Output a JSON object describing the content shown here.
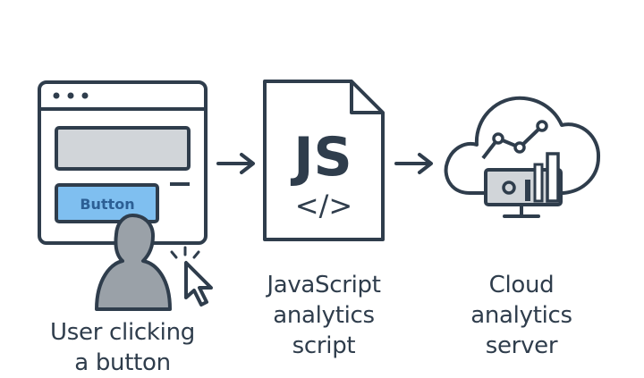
{
  "browser": {
    "button_label": "Button"
  },
  "script_file": {
    "badge": "JS",
    "code_glyph": "</>"
  },
  "labels": {
    "user": [
      "User clicking",
      "a button"
    ],
    "script": [
      "JavaScript",
      "analytics",
      "script"
    ],
    "cloud": [
      "Cloud",
      "analytics",
      "server"
    ]
  },
  "colors": {
    "stroke": "#2f3d4c",
    "panel_fill": "#d1d5d9",
    "button_fill": "#7fbff0",
    "button_text": "#2c5f95",
    "person_fill": "#9aa1a8",
    "chart_fill": "#d1d5d9"
  },
  "icons": [
    "browser-window-icon",
    "user-icon",
    "cursor-icon",
    "js-file-icon",
    "cloud-icon",
    "chart-monitor-icon",
    "arrow-right-icon"
  ]
}
